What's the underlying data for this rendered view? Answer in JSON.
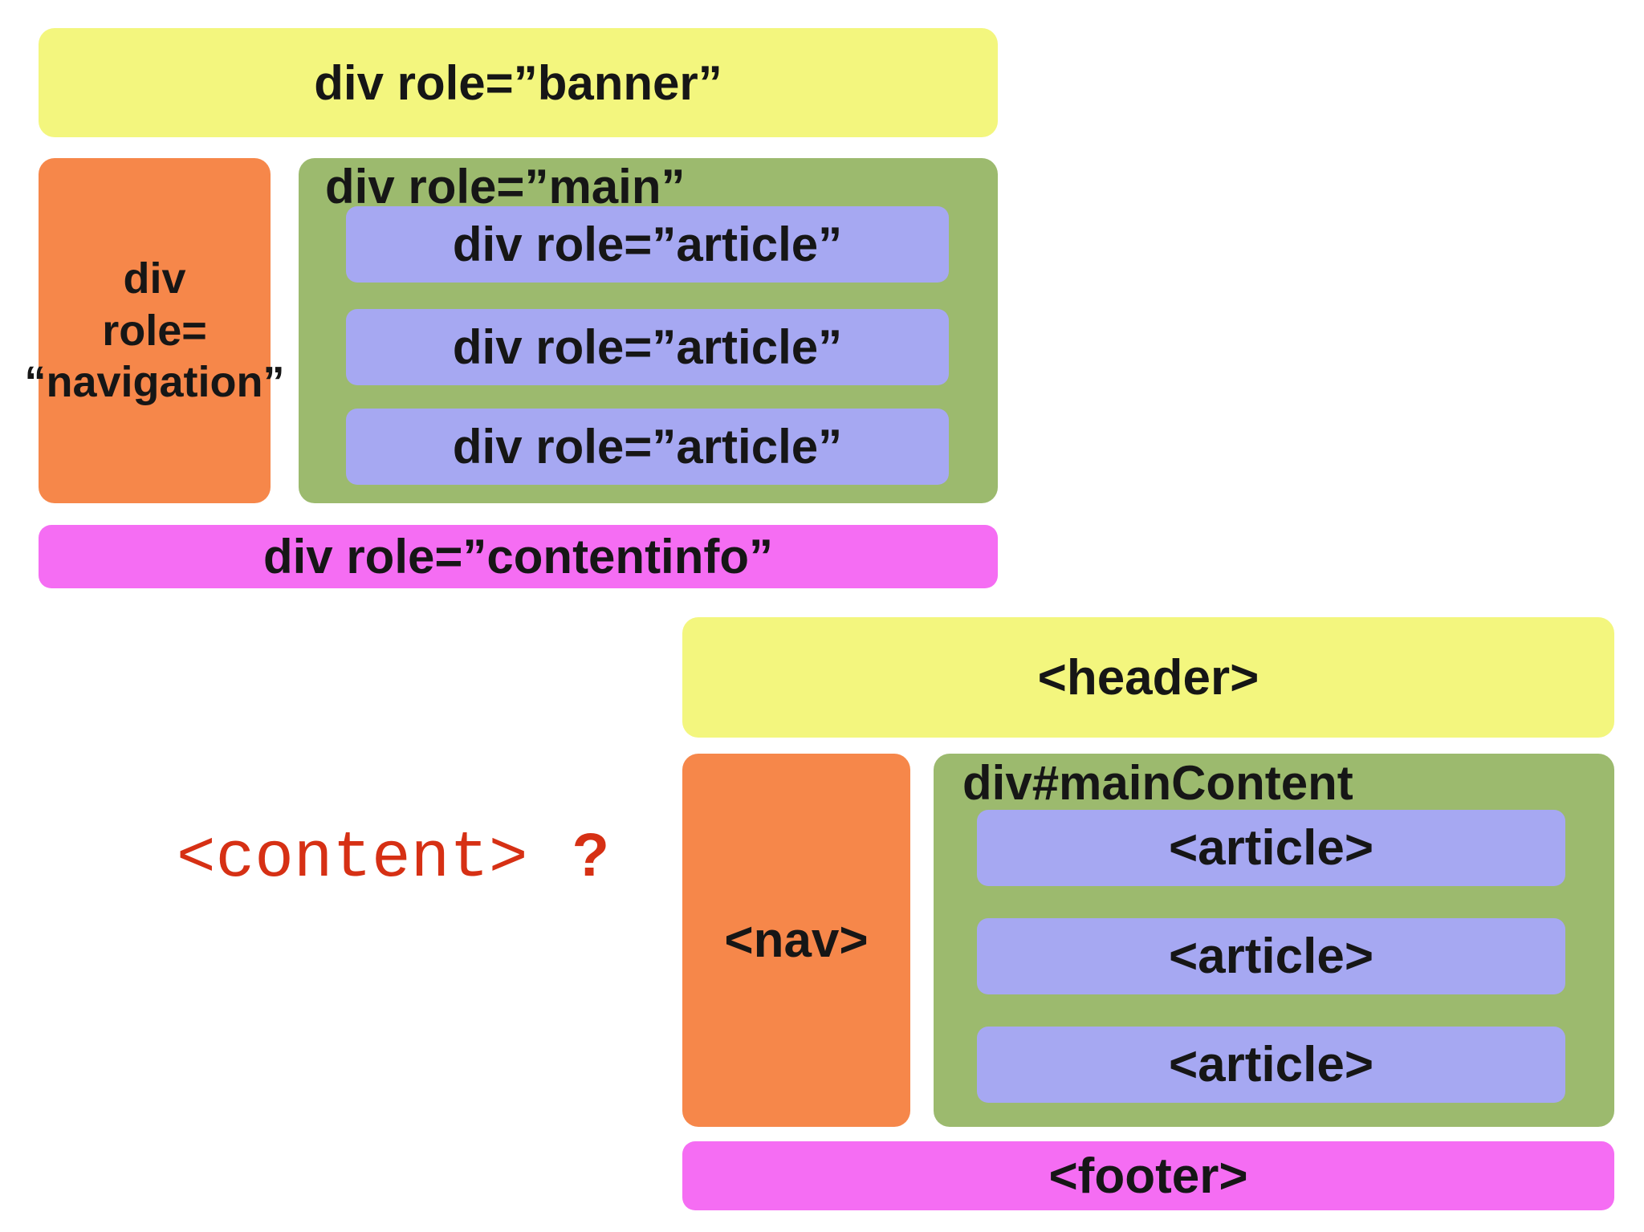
{
  "colors": {
    "yellow": "#f3f67e",
    "orange": "#f6874a",
    "green": "#9cba6e",
    "purple": "#a6a8f2",
    "magenta": "#f56df3",
    "red": "#d63014",
    "text": "#161616"
  },
  "aria_diagram": {
    "banner_label": "div role=”banner”",
    "nav_lines": [
      "div",
      "role=",
      "“navigation”"
    ],
    "main_label": "div role=”main”",
    "article_labels": [
      "div role=”article”",
      "div role=”article”",
      "div role=”article”"
    ],
    "contentinfo_label": "div role=”contentinfo”"
  },
  "html5_diagram": {
    "header_label": "<header>",
    "nav_label": "<nav>",
    "main_label": "div#mainContent",
    "article_labels": [
      "<article>",
      "<article>",
      "<article>"
    ],
    "footer_label": "<footer>"
  },
  "annotation": {
    "tag_text": "<content>",
    "question_mark": "?"
  }
}
